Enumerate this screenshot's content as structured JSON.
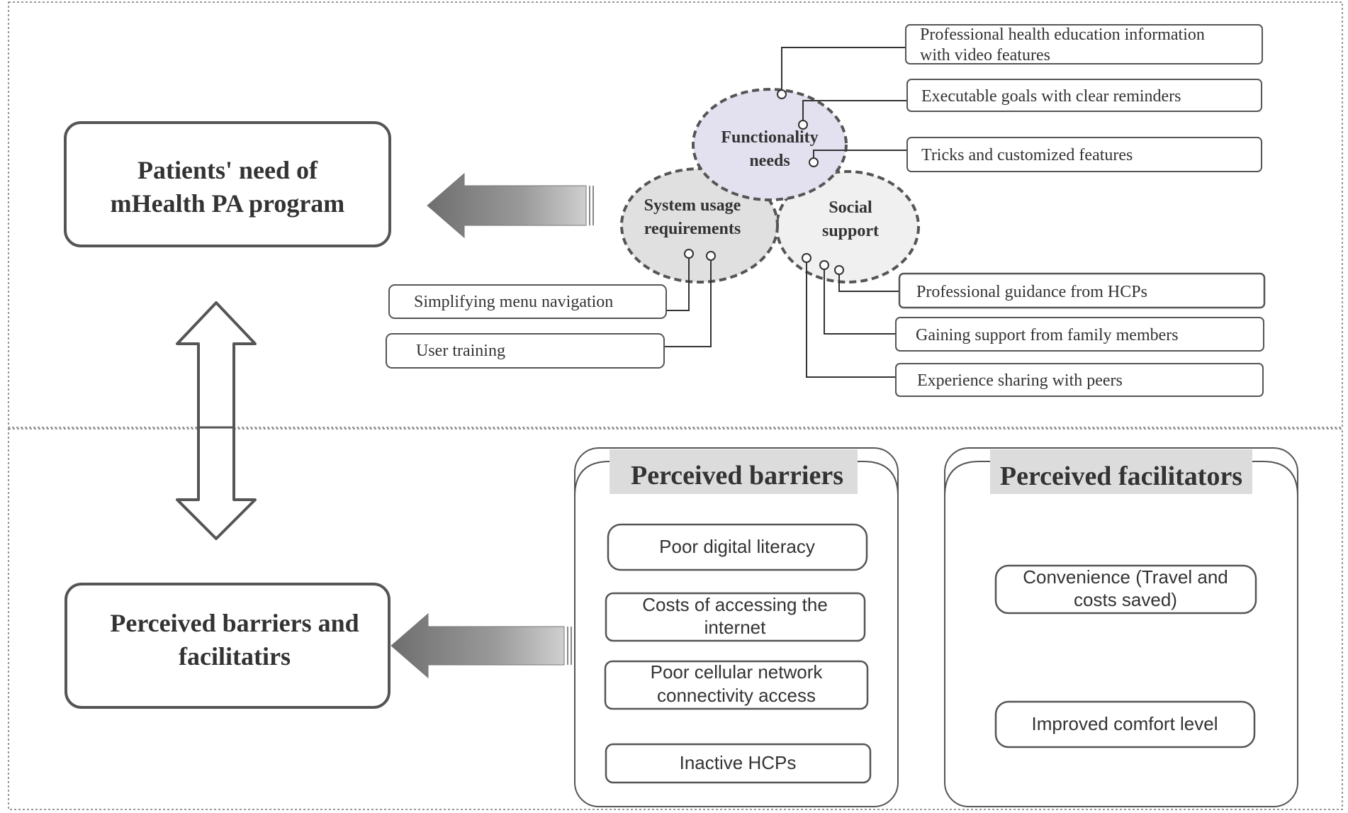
{
  "main_boxes": {
    "needs": [
      "Patients' need of",
      "mHealth PA program"
    ],
    "barriers": [
      "Perceived barriers and",
      "facilitatirs"
    ]
  },
  "circles": {
    "functionality": [
      "Functionality",
      "needs"
    ],
    "system": [
      "System usage",
      "requirements"
    ],
    "social": [
      "Social",
      "support"
    ]
  },
  "functionality_items": [
    [
      "Professional health education information",
      "with video features"
    ],
    [
      "Executable goals with clear reminders"
    ],
    [
      "Tricks and customized features"
    ]
  ],
  "system_items": [
    "Simplifying menu navigation",
    "User training"
  ],
  "social_items": [
    "Professional guidance from HCPs",
    "Gaining support from family members",
    "Experience sharing with peers"
  ],
  "barriers_panel": {
    "title": "Perceived barriers",
    "items": [
      [
        "Poor digital literacy"
      ],
      [
        "Costs of accessing the",
        "internet"
      ],
      [
        "Poor cellular network",
        "connectivity  access"
      ],
      [
        "Inactive HCPs"
      ]
    ]
  },
  "facilitators_panel": {
    "title": "Perceived facilitators",
    "items": [
      [
        "Convenience (Travel and",
        "costs saved)"
      ],
      [
        "Improved comfort level"
      ]
    ]
  },
  "colors": {
    "functionality_fill": "#e3e1f0",
    "system_fill": "#e0e0e0",
    "social_fill": "#f0f0f0",
    "title_bg": "#dcdcdc",
    "stroke": "#555555"
  }
}
